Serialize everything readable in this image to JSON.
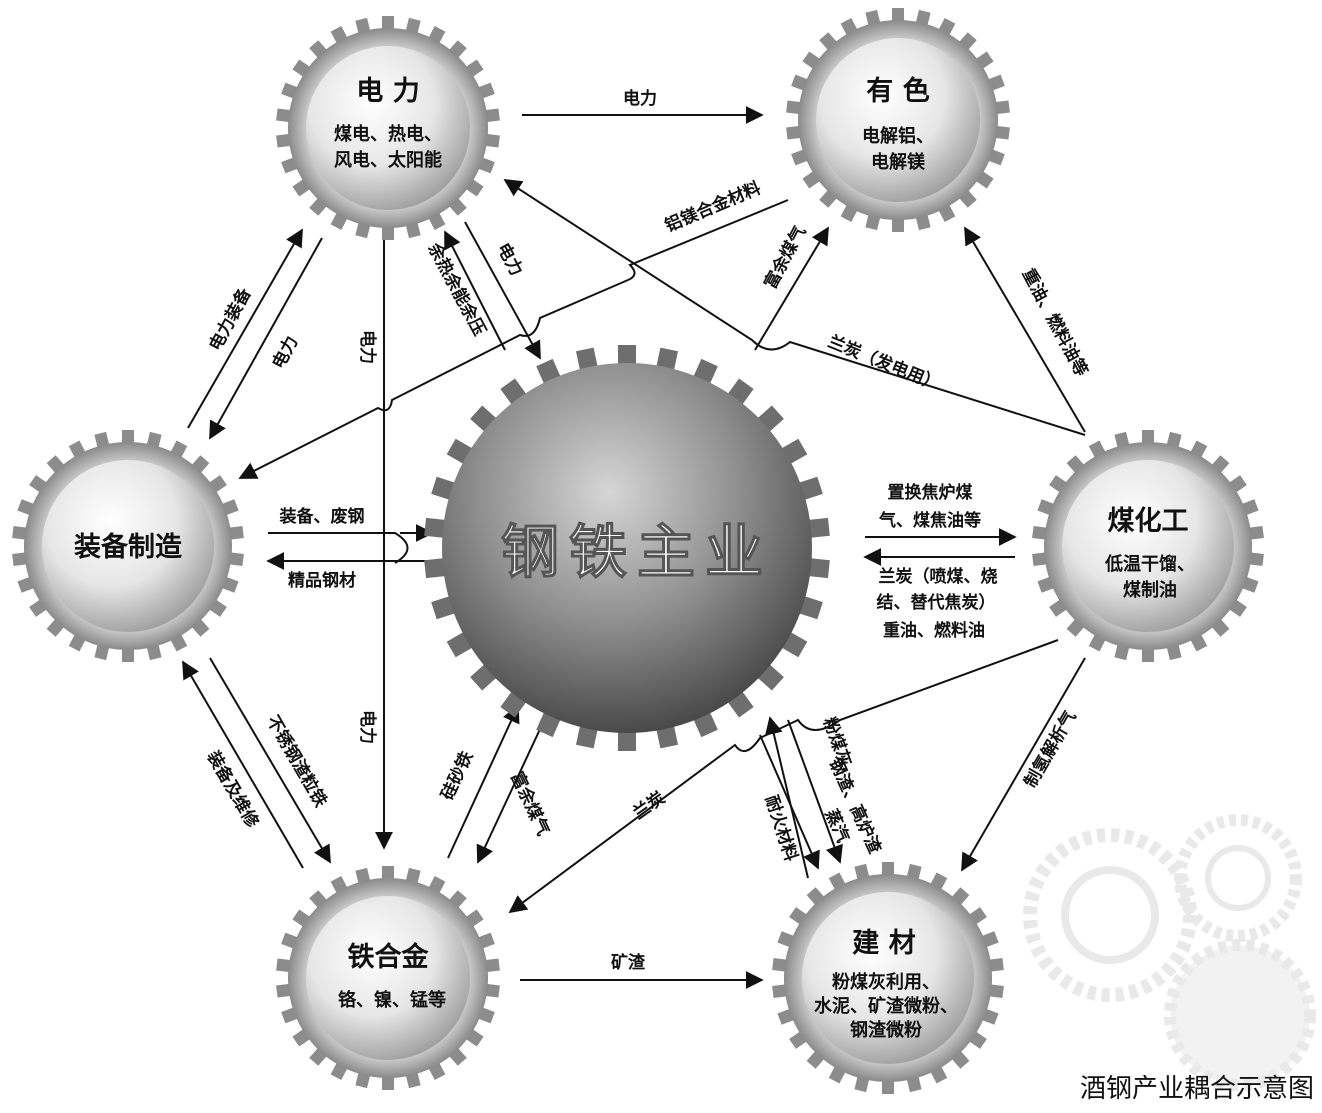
{
  "center": {
    "title": "钢铁主业"
  },
  "nodes": {
    "power": {
      "title": "电 力",
      "lines": [
        "煤电、热电、",
        "风电、太阳能"
      ]
    },
    "nonferrous": {
      "title": "有 色",
      "lines": [
        "电解铝、",
        "电解镁"
      ]
    },
    "equipment": {
      "title": "装备制造",
      "lines": []
    },
    "coalchem": {
      "title": "煤化工",
      "lines": [
        "低温干馏、",
        "煤制油"
      ]
    },
    "ferroalloy": {
      "title": "铁合金",
      "lines": [
        "铬、镍、锰等"
      ]
    },
    "building": {
      "title": "建 材",
      "lines": [
        "粉煤灰利用、",
        "水泥、矿渣微粉、",
        "钢渣微粉"
      ]
    }
  },
  "edges": {
    "power_to_nonferrous": "电力",
    "alloy_material": "铝镁合金材料",
    "waste_heat": "余热余能余压",
    "power_from_steel": "电力",
    "rich_gas": "富余煤气",
    "semicoke_power": "兰炭（发电用）",
    "heavy_oil_fuel": "重油、燃料油等",
    "power_equipment": "电力装备",
    "power_to_equipment": "电力",
    "power_vertical_top": "电力",
    "power_vertical_bottom": "电力",
    "equipment_scrap": "装备、废钢",
    "fine_steel": "精品钢材",
    "coke_gas_tar": [
      "置换焦炉煤",
      "气、煤焦油等"
    ],
    "semicoke_lines": [
      "兰炭（喷煤、烧",
      "结、替代焦炭）",
      "重油、燃料油"
    ],
    "stainless_slag": "不锈钢渣粒铁",
    "equip_repair": "装备及维修",
    "silicon_iron": "硅砂铁",
    "rich_gas_2": "富余煤气",
    "semicoke_alloy": "兰炭",
    "fly_ash": "粉煤灰、",
    "steel_slag": "钢渣、高炉渣",
    "steam": "蒸汽",
    "refractory": "耐火材料",
    "hydrogen_gas": "制氢解析气",
    "mineral_slag": "矿渣"
  },
  "caption": "酒钢产业耦合示意图"
}
